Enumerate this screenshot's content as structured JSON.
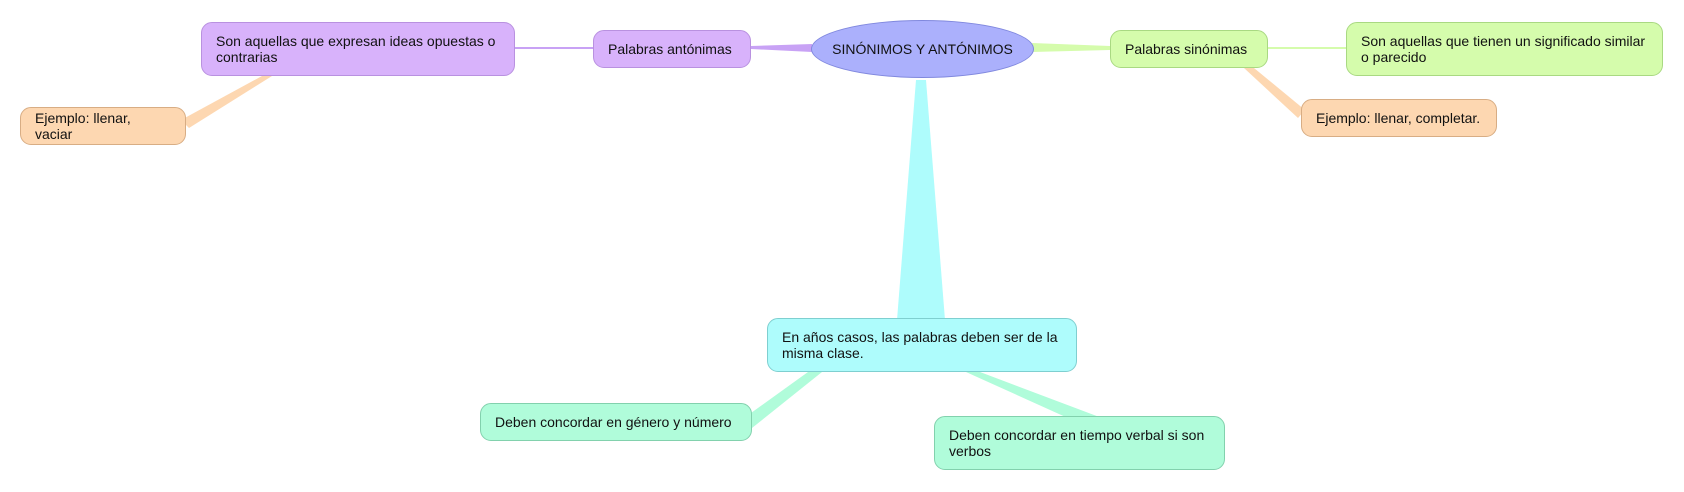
{
  "root": {
    "label": "SINÓNIMOS Y ANTÓNIMOS"
  },
  "antonyms": {
    "title": "Palabras antónimas",
    "definition": "Son aquellas que expresan ideas opuestas o contrarias",
    "example": "Ejemplo: llenar, vaciar"
  },
  "synonyms": {
    "title": "Palabras sinónimas",
    "definition": "Son aquellas que tienen un significado similar o parecido",
    "example": "Ejemplo: llenar, completar."
  },
  "rule": {
    "text": "En años casos, las palabras deben ser de la misma clase.",
    "gender_number": "Deben concordar en género y número",
    "verb_tense": "Deben concordar en tiempo verbal si son verbos"
  },
  "colors": {
    "root": "#abb0fc",
    "antonyms": "#d8b2fb",
    "synonyms": "#d5fcac",
    "example": "#fdd7b1",
    "rule": "#aefcfc",
    "sub_rule": "#b0fcda"
  }
}
